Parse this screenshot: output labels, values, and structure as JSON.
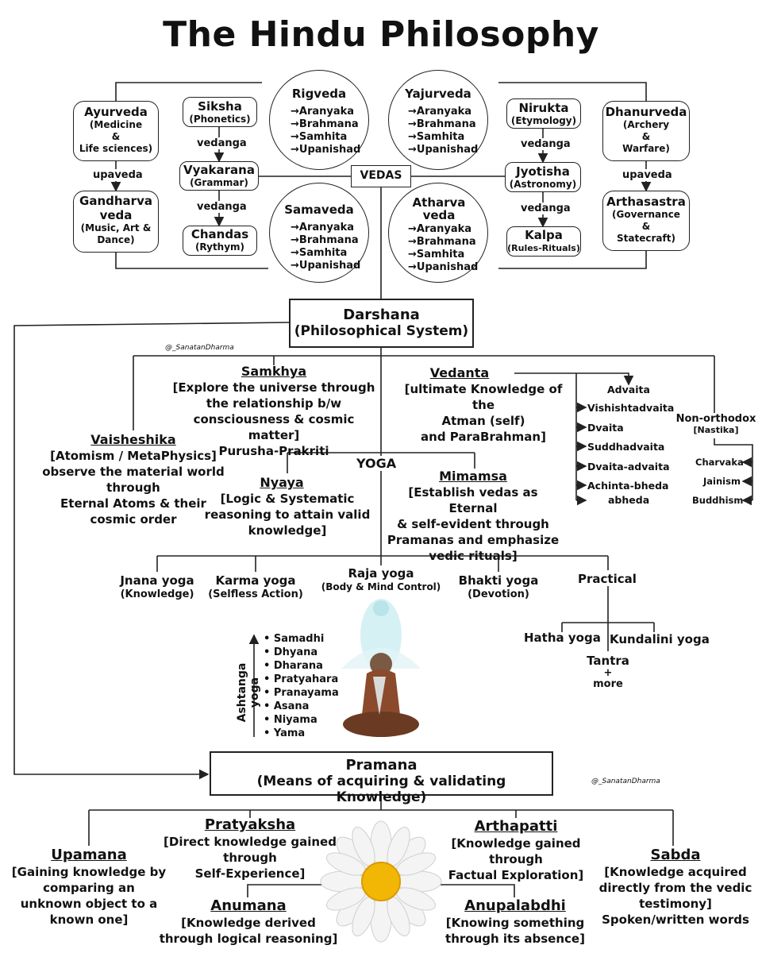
{
  "title": "The Hindu Philosophy",
  "watermark": "@_SanatanDharma",
  "vedas": {
    "center_label": "VEDAS",
    "parts": [
      "Aranyaka",
      "Brahmana",
      "Samhita",
      "Upanishad"
    ],
    "rigveda": "Rigveda",
    "yajurveda": "Yajurveda",
    "samaveda": "Samaveda",
    "atharvaveda": "Atharva veda"
  },
  "left_vedanga": {
    "siksha": {
      "name": "Siksha",
      "desc": "(Phonetics)"
    },
    "vyakarana": {
      "name": "Vyakarana",
      "desc": "(Grammar)"
    },
    "chandas": {
      "name": "Chandas",
      "desc": "(Rythym)"
    },
    "link1": "vedanga",
    "link2": "vedanga"
  },
  "right_vedanga": {
    "nirukta": {
      "name": "Nirukta",
      "desc": "(Etymology)"
    },
    "jyotisha": {
      "name": "Jyotisha",
      "desc": "(Astronomy)"
    },
    "kalpa": {
      "name": "Kalpa",
      "desc": "(Rules-Rituals)"
    },
    "link1": "vedanga",
    "link2": "vedanga"
  },
  "left_upaveda": {
    "ayurveda": {
      "name": "Ayurveda",
      "l1": "(Medicine",
      "l2": "&",
      "l3": "Life sciences)"
    },
    "gandharva": {
      "name1": "Gandharva",
      "name2": "veda",
      "l1": "(Music, Art &",
      "l2": "Dance)"
    },
    "link": "upaveda"
  },
  "right_upaveda": {
    "dhanurveda": {
      "name": "Dhanurveda",
      "l1": "(Archery",
      "l2": "&",
      "l3": "Warfare)"
    },
    "arthasastra": {
      "name": "Arthasastra",
      "l1": "(Governance",
      "l2": "&",
      "l3": "Statecraft)"
    },
    "link": "upaveda"
  },
  "darshana": {
    "title": "Darshana",
    "subtitle": "(Philosophical System)"
  },
  "samkhya": {
    "name": "Samkhya",
    "l1": "[Explore the universe through",
    "l2": "the relationship b/w",
    "l3": "consciousness & cosmic matter]",
    "l4": "Purusha-Prakriti"
  },
  "vedanta": {
    "name": "Vedanta",
    "l1": "[ultimate Knowledge of the",
    "l2": "Atman (self)",
    "l3": "and ParaBrahman]"
  },
  "vedanta_schools": [
    "Advaita",
    "Vishishtadvaita",
    "Dvaita",
    "Suddhadvaita",
    "Dvaita-advaita",
    "Achinta-bheda",
    "abheda"
  ],
  "nastika": {
    "name": "Non-orthodox",
    "sub": "[Nastika]",
    "schools": [
      "Charvaka",
      "Jainism",
      "Buddhism"
    ]
  },
  "vaisheshika": {
    "name": "Vaisheshika",
    "l1": "[Atomism / MetaPhysics]",
    "l2": "observe the material world through",
    "l3": "Eternal Atoms & their",
    "l4": "cosmic order"
  },
  "yoga_label": "YOGA",
  "nyaya": {
    "name": "Nyaya",
    "l1": "[Logic & Systematic",
    "l2": "reasoning to attain valid",
    "l3": "knowledge]"
  },
  "mimamsa": {
    "name": "Mimamsa",
    "l1": "[Establish vedas as Eternal",
    "l2": "& self-evident through",
    "l3": "Pramanas and emphasize",
    "l4": "vedic rituals]"
  },
  "yogas": {
    "jnana": {
      "name": "Jnana yoga",
      "desc": "(Knowledge)"
    },
    "karma": {
      "name": "Karma yoga",
      "desc": "(Selfless Action)"
    },
    "raja": {
      "name": "Raja yoga",
      "desc": "(Body & Mind Control)"
    },
    "bhakti": {
      "name": "Bhakti yoga",
      "desc": "(Devotion)"
    },
    "practical": "Practical",
    "hatha": "Hatha yoga",
    "kundalini": "Kundalini yoga",
    "tantra": "Tantra",
    "plus": "+",
    "more": "more"
  },
  "ashtanga": {
    "label": "Ashtanga yoga",
    "limbs": [
      "Samadhi",
      "Dhyana",
      "Dharana",
      "Pratyahara",
      "Pranayama",
      "Asana",
      "Niyama",
      "Yama"
    ]
  },
  "pramana": {
    "title": "Pramana",
    "subtitle": "(Means of acquiring & validating Knowledge)"
  },
  "pratyaksha": {
    "name": "Pratyaksha",
    "l1": "[Direct knowledge gained",
    "l2": "through",
    "l3": "Self-Experience]"
  },
  "arthapatti": {
    "name": "Arthapatti",
    "l1": "[Knowledge gained through",
    "l2": "Factual Exploration]"
  },
  "upamana": {
    "name": "Upamana",
    "l1": "[Gaining knowledge by",
    "l2": "comparing an",
    "l3": "unknown object to a",
    "l4": "known one]"
  },
  "sabda": {
    "name": "Sabda",
    "l1": "[Knowledge acquired",
    "l2": "directly from the vedic",
    "l3": "testimony]",
    "l4": "Spoken/written words"
  },
  "anumana": {
    "name": "Anumana",
    "l1": "[Knowledge derived",
    "l2": "through logical reasoning]"
  },
  "anupalabdhi": {
    "name": "Anupalabdhi",
    "l1": "[Knowing something",
    "l2": "through its absence]"
  }
}
